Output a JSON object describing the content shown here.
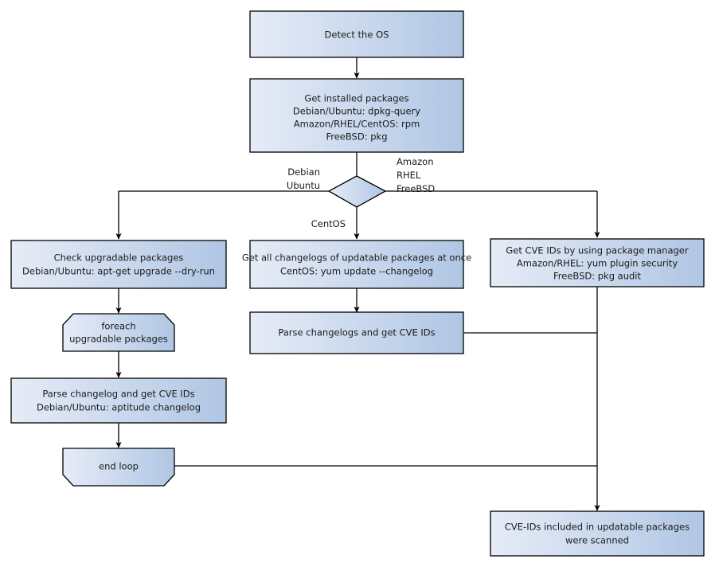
{
  "diagram": {
    "title": "OS package CVE scanning flowchart",
    "colors": {
      "gradient_start": "#e6ecf7",
      "gradient_end": "#b0c6e4",
      "stroke": "#000000",
      "text": "#1a1a1a",
      "background": "#ffffff"
    },
    "nodes": {
      "detect_os": {
        "label": "Detect the OS"
      },
      "get_installed": {
        "line1": "Get installed packages",
        "line2": "Debian/Ubuntu: dpkg-query",
        "line3": "Amazon/RHEL/CentOS: rpm",
        "line4": "FreeBSD: pkg"
      },
      "decision": {
        "label": ""
      },
      "check_upgradable": {
        "line1": "Check upgradable packages",
        "line2": "Debian/Ubuntu: apt-get upgrade --dry-run"
      },
      "get_all_changelogs": {
        "line1": "Get all changelogs of updatable packages at once",
        "line2": "CentOS: yum update --changelog"
      },
      "get_cve_pkgmgr": {
        "line1": "Get CVE IDs by using package manager",
        "line2": "Amazon/RHEL: yum plugin security",
        "line3": "FreeBSD: pkg audit"
      },
      "foreach_loop": {
        "line1": "foreach",
        "line2": "upgradable  packages"
      },
      "parse_changelogs_multi": {
        "label": "Parse changelogs and get CVE IDs"
      },
      "parse_changelog_single": {
        "line1": "Parse changelog and get  CVE IDs",
        "line2": "Debian/Ubuntu: aptitude changelog"
      },
      "end_loop": {
        "label": "end loop"
      },
      "result": {
        "line1": "CVE-IDs included in updatable packages",
        "line2": "were scanned"
      }
    },
    "edge_labels": {
      "left_branch_line1": "Debian",
      "left_branch_line2": "Ubuntu",
      "right_branch_line1": "Amazon",
      "right_branch_line2": "RHEL",
      "right_branch_line3": "FreeBSD",
      "center_branch": "CentOS"
    }
  }
}
